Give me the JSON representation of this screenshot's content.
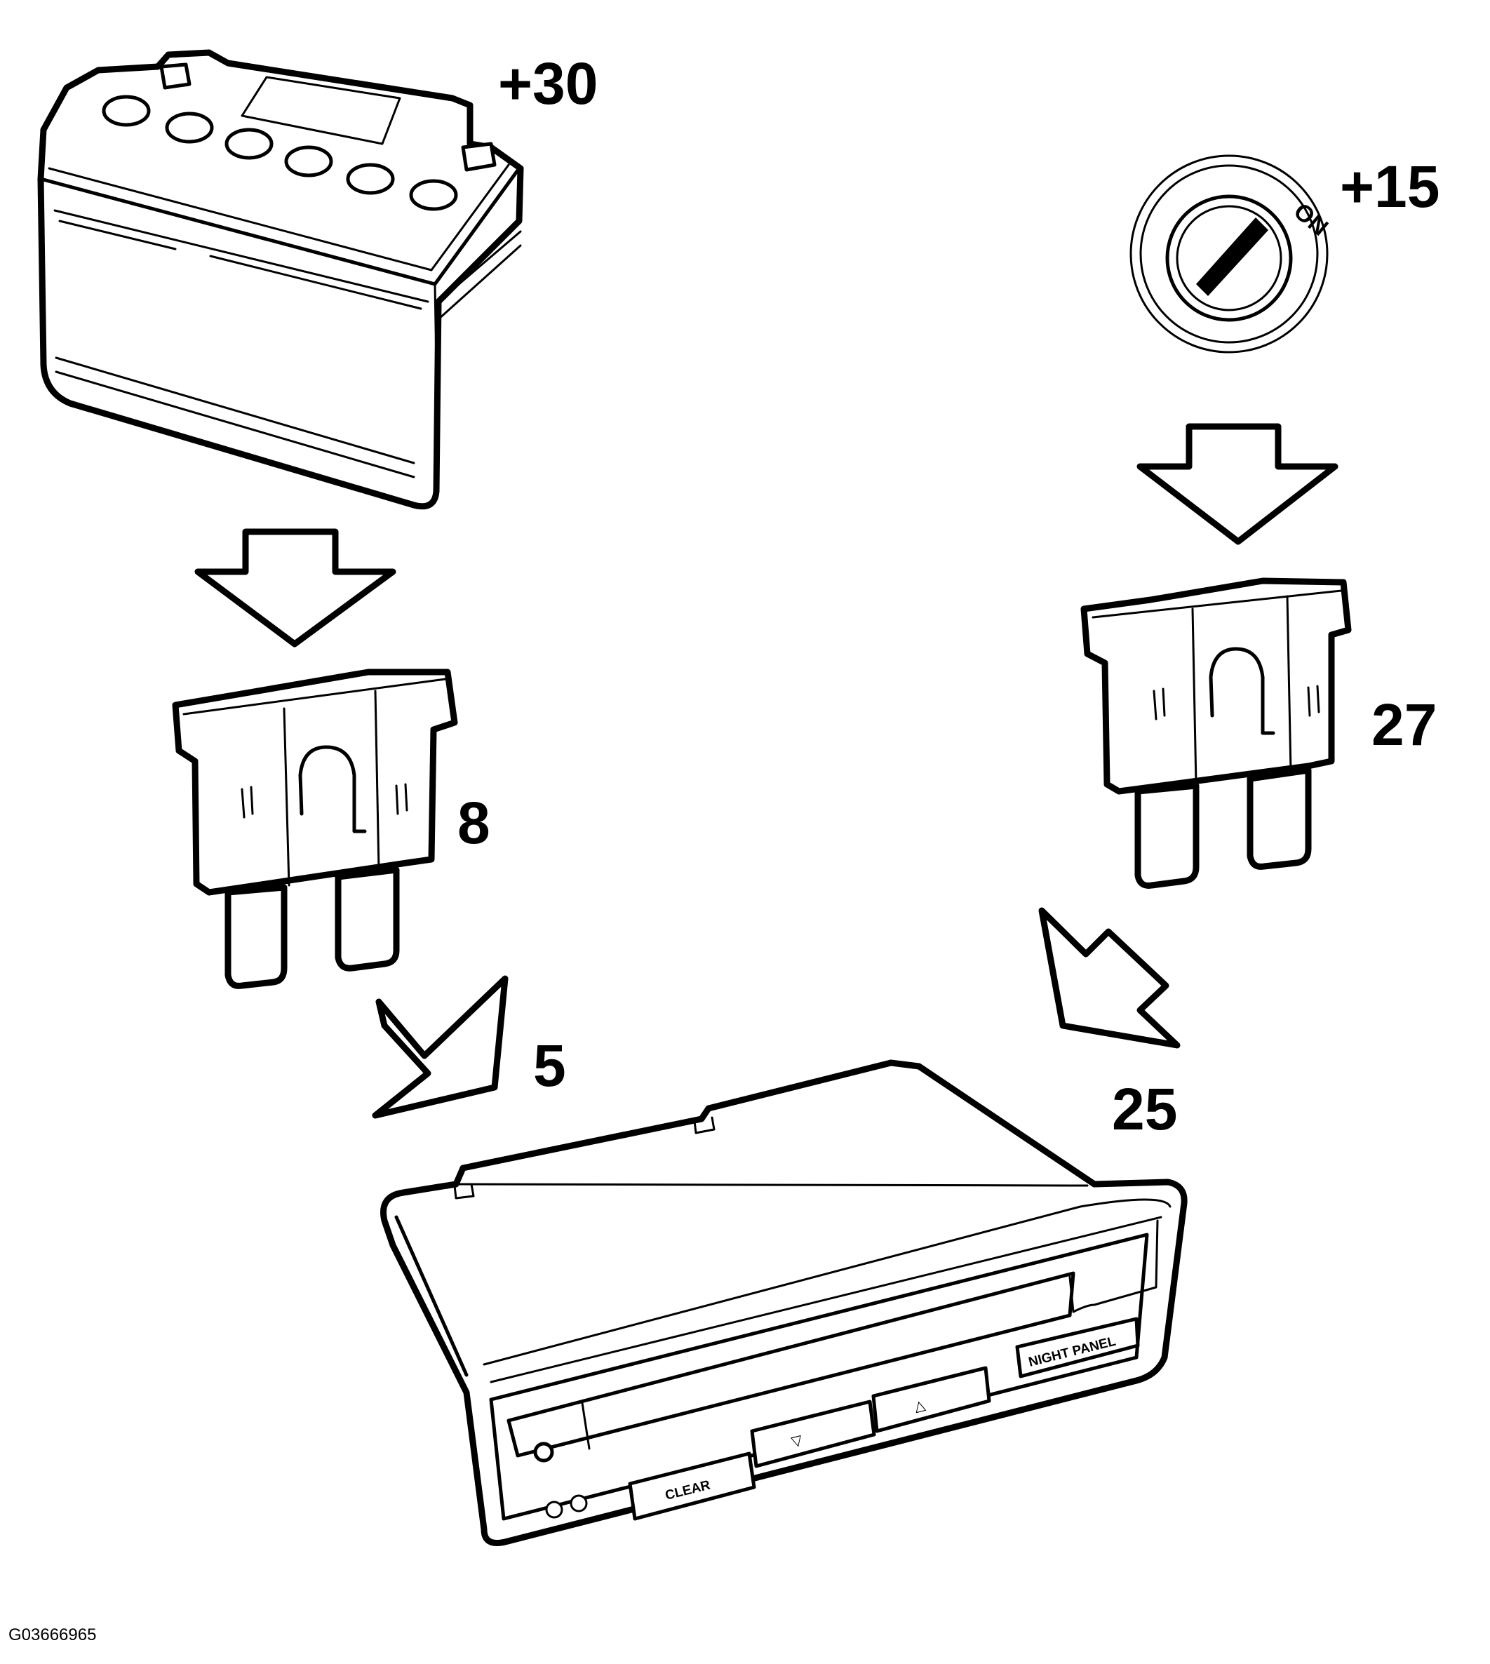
{
  "labels": {
    "battery": "+30",
    "ignition": "+15",
    "fuse_left": "8",
    "fuse_right": "27",
    "pin_left": "5",
    "pin_right": "25"
  },
  "ignition_switch": {
    "on_text": "ON"
  },
  "display_unit": {
    "buttons": {
      "clear": "CLEAR",
      "down": "▽",
      "up": "△",
      "night_panel": "NIGHT PANEL"
    }
  },
  "figure_id": "G03666965"
}
